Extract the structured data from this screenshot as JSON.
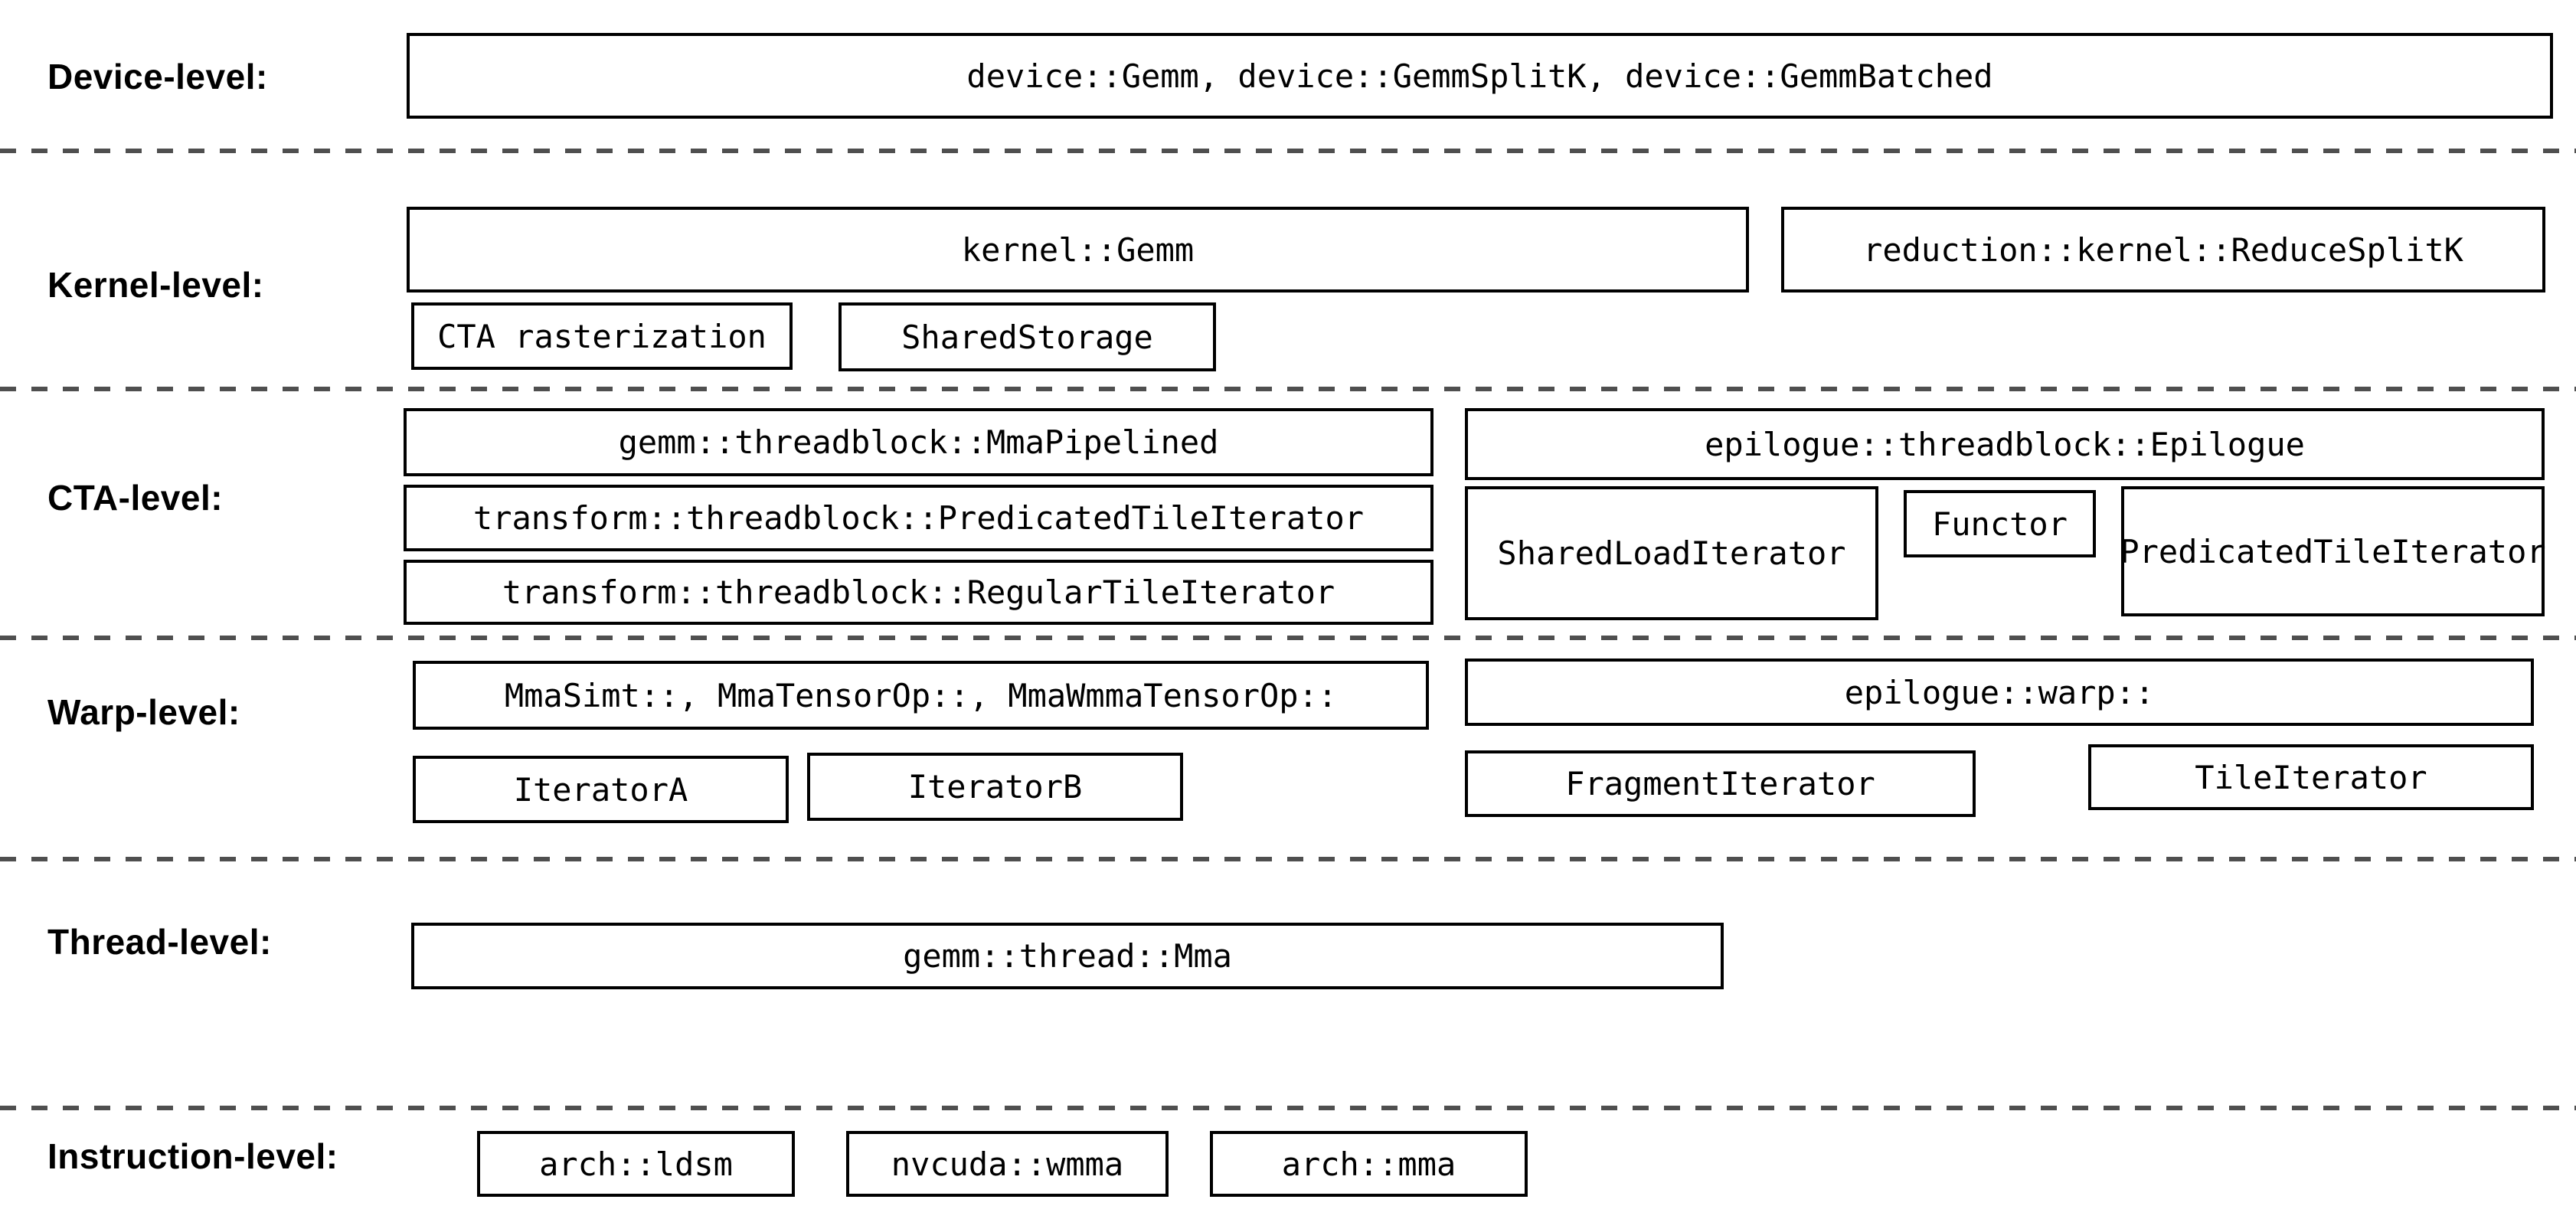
{
  "labels": {
    "device": "Device-level:",
    "kernel": "Kernel-level:",
    "cta": "CTA-level:",
    "warp": "Warp-level:",
    "thread": "Thread-level:",
    "instruction": "Instruction-level:"
  },
  "boxes": {
    "device_gemm": "device::Gemm, device::GemmSplitK, device::GemmBatched",
    "kernel_gemm": "kernel::Gemm",
    "reduce_splitk": "reduction::kernel::ReduceSplitK",
    "cta_rasterization": "CTA rasterization",
    "shared_storage": "SharedStorage",
    "mma_pipelined": "gemm::threadblock::MmaPipelined",
    "predicated_tile_iterator_transform": "transform::threadblock::PredicatedTileIterator",
    "regular_tile_iterator": "transform::threadblock::RegularTileIterator",
    "epilogue_threadblock": "epilogue::threadblock::Epilogue",
    "shared_load_iterator": "SharedLoadIterator",
    "functor": "Functor",
    "predicated_tile_iterator_epilogue": "PredicatedTileIterator",
    "warp_mma": "MmaSimt::, MmaTensorOp::, MmaWmmaTensorOp::",
    "iterator_a": "IteratorA",
    "iterator_b": "IteratorB",
    "epilogue_warp": "epilogue::warp::",
    "fragment_iterator": "FragmentIterator",
    "tile_iterator": "TileIterator",
    "thread_mma": "gemm::thread::Mma",
    "arch_ldsm": "arch::ldsm",
    "nvcuda_wmma": "nvcuda::wmma",
    "arch_mma": "arch::mma"
  },
  "colors": {
    "background": "#ffffff",
    "box_border": "#000000",
    "text": "#000000",
    "divider_dash": "#4f4f4f"
  }
}
